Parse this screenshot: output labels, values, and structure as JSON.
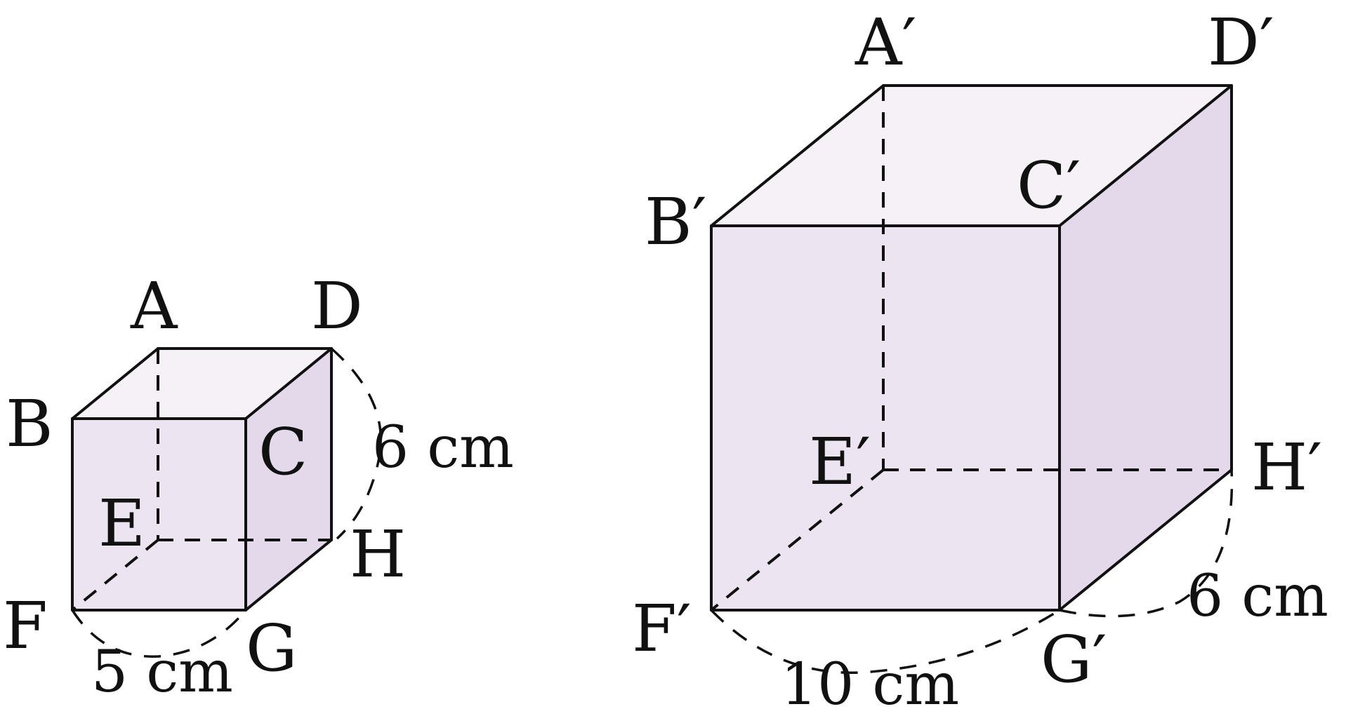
{
  "colors": {
    "top_face": "#f5f1f7",
    "front_face": "#ece4f0",
    "side_face": "#e3d9ea",
    "stroke": "#111111"
  },
  "small_prism": {
    "vertices": {
      "A": "A",
      "B": "B",
      "C": "C",
      "D": "D",
      "E": "E",
      "F": "F",
      "G": "G",
      "H": "H"
    },
    "dimensions": {
      "width": "5 cm",
      "depth": "6 cm"
    }
  },
  "large_prism": {
    "vertices": {
      "A": "A′",
      "B": "B′",
      "C": "C′",
      "D": "D′",
      "E": "E′",
      "F": "F′",
      "G": "G′",
      "H": "H′"
    },
    "dimensions": {
      "width": "10 cm",
      "depth": "6 cm"
    }
  }
}
